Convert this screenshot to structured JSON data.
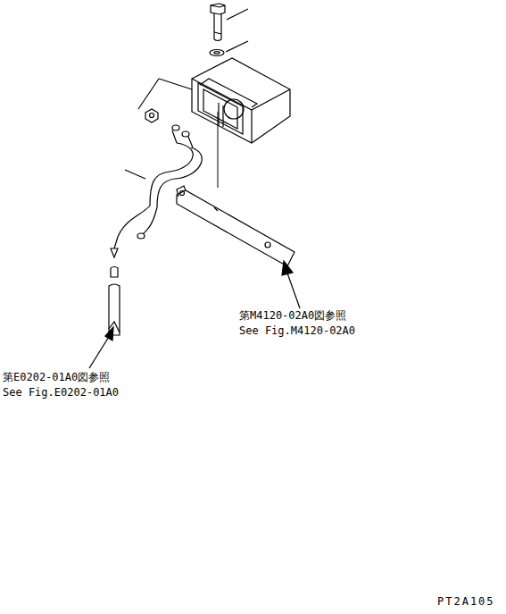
{
  "diagram": {
    "labels": [
      "第M4120-02A0図参照",
      "See Fig.M4120-02A0",
      "第E0202-01A0図参照",
      "See Fig.E0202-01A0",
      "PT2A105"
    ]
  }
}
